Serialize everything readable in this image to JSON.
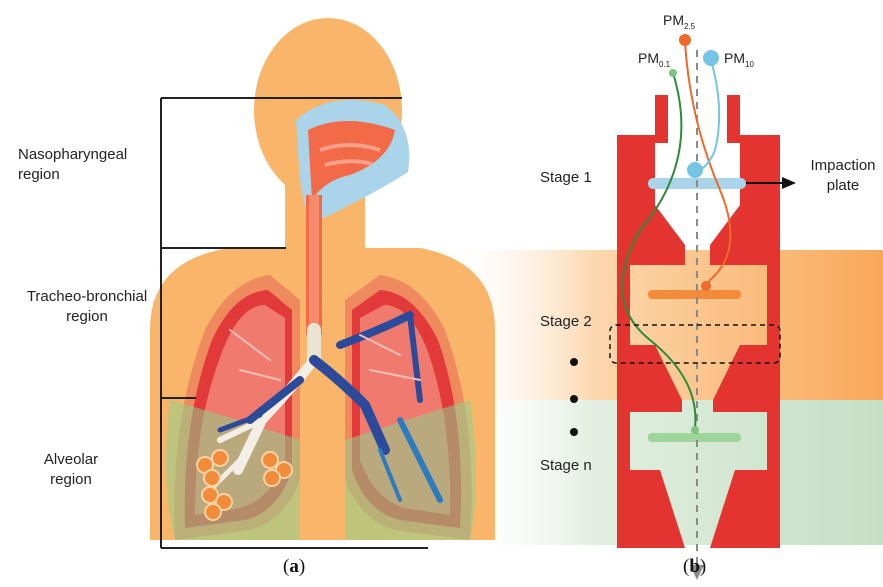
{
  "panel_a": {
    "regions": [
      {
        "line1": "Nasopharyngeal",
        "line2": "region"
      },
      {
        "line1": "Tracheo-bronchial",
        "line2": "region"
      },
      {
        "line1": "Alveolar",
        "line2": "region"
      }
    ],
    "caption_open": "(",
    "caption_letter": "a",
    "caption_close": ")"
  },
  "panel_b": {
    "particles": [
      {
        "base": "PM",
        "sub": "2.5"
      },
      {
        "base": "PM",
        "sub": "0.1"
      },
      {
        "base": "PM",
        "sub": "10"
      }
    ],
    "stages": [
      "Stage 1",
      "Stage 2",
      "Stage n"
    ],
    "impaction": {
      "line1": "Impaction",
      "line2": "plate"
    },
    "caption_open": "(",
    "caption_letter": "b",
    "caption_close": ")"
  },
  "colors": {
    "body": "#f9b56a",
    "band_orange": "#fbc68c",
    "band_green": "#d3e8d2",
    "impactor": "#e3342f",
    "airway": "#f26a47",
    "nasal_blue": "#a9d4ea",
    "vein": "#2c4a9a",
    "lung": "#e23a3a",
    "alveoli": "#f28b3a",
    "pm01": "#2e8b3a",
    "pm25": "#ef6a2a",
    "pm10": "#74c4e4"
  }
}
